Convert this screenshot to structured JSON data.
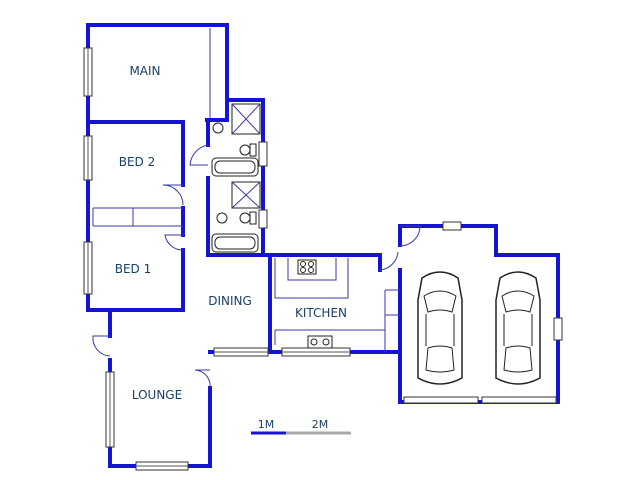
{
  "rooms": {
    "main": "MAIN",
    "bed2": "BED 2",
    "bed1": "BED 1",
    "dining": "DINING",
    "kitchen": "KITCHEN",
    "lounge": "LOUNGE"
  },
  "scale": {
    "label_1": "1M",
    "label_2": "2M"
  },
  "colors": {
    "wall": "#1414d2",
    "label": "#1a3f66"
  }
}
